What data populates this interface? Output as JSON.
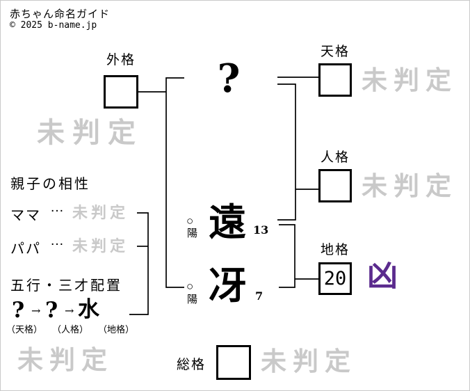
{
  "header": {
    "title": "赤ちゃん命名ガイド",
    "copyright": "© 2025 b-name.jp"
  },
  "kaku": {
    "gaikaku": {
      "label": "外格",
      "value": "",
      "status": "未判定"
    },
    "tenkaku": {
      "label": "天格",
      "value": "",
      "status": "未判定"
    },
    "jinkaku": {
      "label": "人格",
      "value": "",
      "status": "未判定"
    },
    "chikaku": {
      "label": "地格",
      "value": "20",
      "status": "凶"
    },
    "soukaku": {
      "label": "総格",
      "value": "",
      "status": "未判定"
    }
  },
  "name": {
    "surname_char": {
      "char": "?",
      "strokes": ""
    },
    "given_chars": [
      {
        "char": "遠",
        "strokes": "13",
        "marker": "○",
        "marker_label": "陽"
      },
      {
        "char": "冴",
        "strokes": "7",
        "marker": "○",
        "marker_label": "陽"
      }
    ]
  },
  "compatibility": {
    "title": "親子の相性",
    "rows": [
      {
        "label": "ママ",
        "dots": "…",
        "value": "未判定"
      },
      {
        "label": "パパ",
        "dots": "…",
        "value": "未判定"
      }
    ]
  },
  "gogyo": {
    "title": "五行・三才配置",
    "arrow": "→",
    "items": [
      {
        "value": "?",
        "label": "（天格）"
      },
      {
        "value": "?",
        "label": "（人格）"
      },
      {
        "value": "水",
        "label": "（地格）"
      }
    ]
  },
  "colors": {
    "watermark": "#c9c9c9",
    "bad_luck": "#5b2b8e",
    "line": "#000000"
  }
}
